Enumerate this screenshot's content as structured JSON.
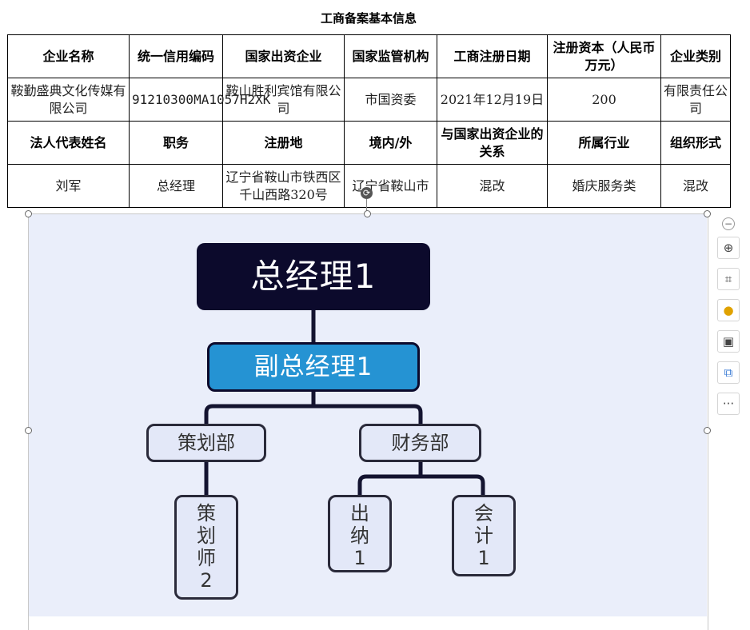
{
  "document": {
    "title": "工商备案基本信息"
  },
  "table": {
    "row1_headers": [
      "企业名称",
      "统一信用编码",
      "国家出资企业",
      "国家监管机构",
      "工商注册日期",
      "注册资本（人民币万元）",
      "企业类别"
    ],
    "row2_values": [
      "鞍勤盛典文化传媒有限公司",
      "91210300MA1057H2XK",
      "鞍山胜利宾馆有限公司",
      "市国资委",
      "2021年12月19日",
      "200",
      "有限责任公司"
    ],
    "row3_headers": [
      "法人代表姓名",
      "职务",
      "注册地",
      "境内/外",
      "与国家出资企业的关系",
      "所属行业",
      "组织形式"
    ],
    "row4_values": [
      "刘军",
      "总经理",
      "辽宁省鞍山市铁西区千山西路320号",
      "辽宁省鞍山市",
      "混改",
      "婚庆服务类",
      "混改"
    ]
  },
  "org_chart": {
    "top": "总经理1",
    "vice": "副总经理1",
    "dept_planning": "策划部",
    "dept_finance": "财务部",
    "planner": "策划师2",
    "cashier": "出纳1",
    "accountant": "会计1",
    "colors": {
      "top": "#0c0a2c",
      "vice": "#2593d3",
      "leaf": "#e3e8f8",
      "canvas": "#eaeefa"
    }
  },
  "toolbar": {
    "collapse_icon": "minus-circle-icon",
    "buttons": [
      "zoom-in-icon",
      "crop-icon",
      "lightbulb-icon",
      "image-convert-icon",
      "image-replace-icon"
    ],
    "more_label": "···"
  }
}
